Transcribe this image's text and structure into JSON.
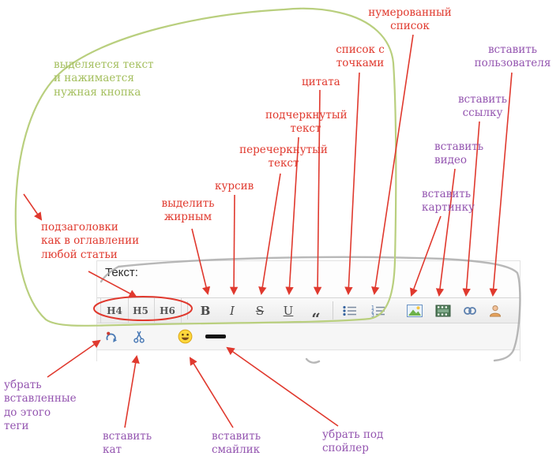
{
  "editor": {
    "text_label": "Текст:",
    "toolbar": {
      "h4": "H4",
      "h5": "H5",
      "h6": "H6",
      "bold": "B",
      "italic": "I",
      "strike": "S",
      "underline": "U",
      "quote": "“"
    }
  },
  "annotations": {
    "green_note": "выделяется текст\nи нажимается\nнужная кнопка",
    "numbered_list": "нумерованный\nсписок",
    "dotted_list": "список с\nточками",
    "quote": "цитата",
    "underline": "подчеркнутый\nтекст",
    "strike": "перечеркнутый\nтекст",
    "italic": "курсив",
    "bold": "выделить\nжирным",
    "headings": "подзаголовки\nкак в оглавлении\nлюбой статьи",
    "insert_user": "вставить\nпользователя",
    "insert_link": "вставить\nссылку",
    "insert_video": "вставить\nвидео",
    "insert_image": "вставить\nкартинку",
    "remove_tags": "убрать\nвставленные\nдо этого\nтеги",
    "insert_cut": "вставить\nкат",
    "insert_smiley": "вставить\nсмайлик",
    "spoiler": "убрать под\nспойлер"
  },
  "colors": {
    "red": "#e0392e",
    "purple": "#9455b0",
    "green": "#a4bf5e",
    "loop_green": "#b9cf7e"
  }
}
